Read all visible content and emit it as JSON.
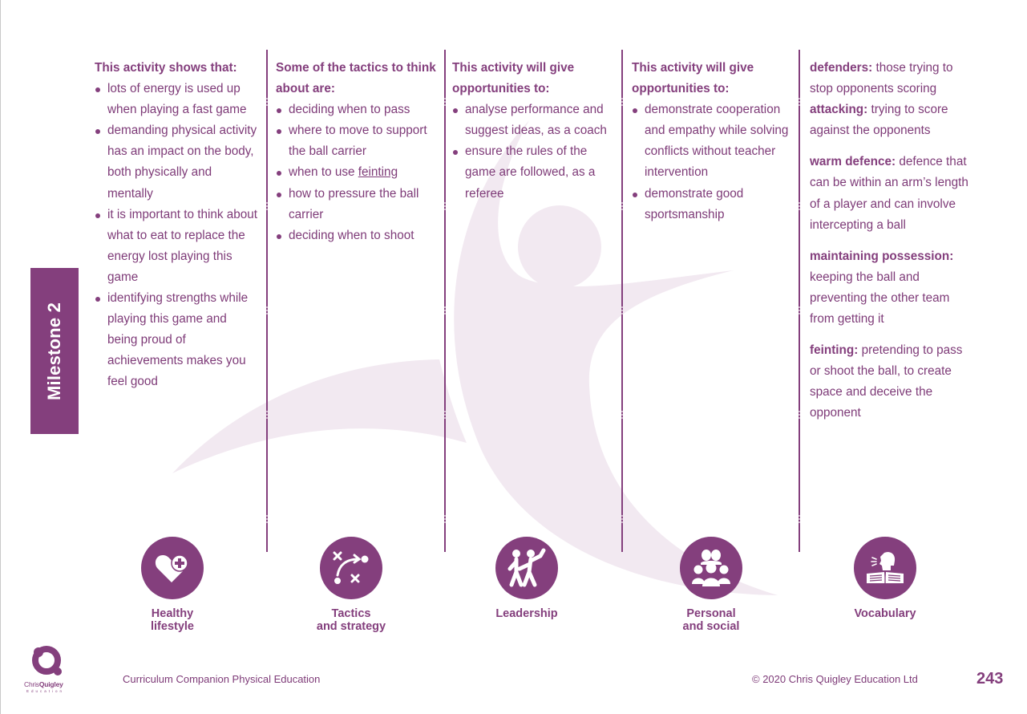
{
  "milestone": {
    "label": "Milestone 2"
  },
  "colors": {
    "brand": "#843f7d",
    "text": "#7e3b78",
    "watermark": "#f1e8f0"
  },
  "columns": [
    {
      "heading": "This activity shows that:",
      "items": [
        "lots of energy is used up when playing a fast game",
        "demanding physical activity has an impact on the body, both physically and mentally",
        "it is important to think about what to eat to replace the energy lost playing this game",
        "identifying strengths while playing this game and being proud of achievements makes you feel good"
      ]
    },
    {
      "heading": "Some of the tactics to think about are:",
      "items": [
        "deciding when to pass",
        "where to move to support the ball carrier",
        {
          "prefix": "when to use ",
          "link": "feinting"
        },
        "how to pressure the ball carrier",
        "deciding when to shoot"
      ]
    },
    {
      "heading": "This activity will give opportunities to:",
      "items": [
        "analyse performance and suggest ideas, as a coach",
        "ensure the rules of the game are followed, as a referee"
      ]
    },
    {
      "heading": "This activity will give opportunities to:",
      "items": [
        "demonstrate cooperation and empathy while solving conflicts without teacher intervention",
        "demonstrate good sportsmanship"
      ]
    }
  ],
  "vocabulary": [
    {
      "term": "defenders:",
      "definition": "those trying to stop opponents scoring"
    },
    {
      "term": "attacking:",
      "definition": "trying to score against the opponents"
    },
    {
      "term": "warm defence:",
      "definition": "defence that can be within an arm’s length of a player and can involve intercepting a ball"
    },
    {
      "term": "maintaining possession:",
      "definition": "keeping the ball and preventing the other team from getting it"
    },
    {
      "term": "feinting:",
      "definition": "pretending to pass or shoot the ball, to create space and deceive the opponent"
    }
  ],
  "icons": [
    {
      "icon": "heart-plus-icon",
      "label_line1": "Healthy",
      "label_line2": "lifestyle"
    },
    {
      "icon": "tactics-play-icon",
      "label_line1": "Tactics",
      "label_line2": "and strategy"
    },
    {
      "icon": "leadership-people-icon",
      "label_line1": "Leadership",
      "label_line2": ""
    },
    {
      "icon": "group-people-icon",
      "label_line1": "Personal",
      "label_line2": "and social"
    },
    {
      "icon": "reading-book-icon",
      "label_line1": "Vocabulary",
      "label_line2": ""
    }
  ],
  "footer": {
    "logo_text_regular": "Chris",
    "logo_text_bold": "Quigley",
    "logo_sub": "Education",
    "title": "Curriculum Companion Physical Education",
    "copyright": "© 2020 Chris Quigley Education Ltd",
    "page_number": "243"
  }
}
